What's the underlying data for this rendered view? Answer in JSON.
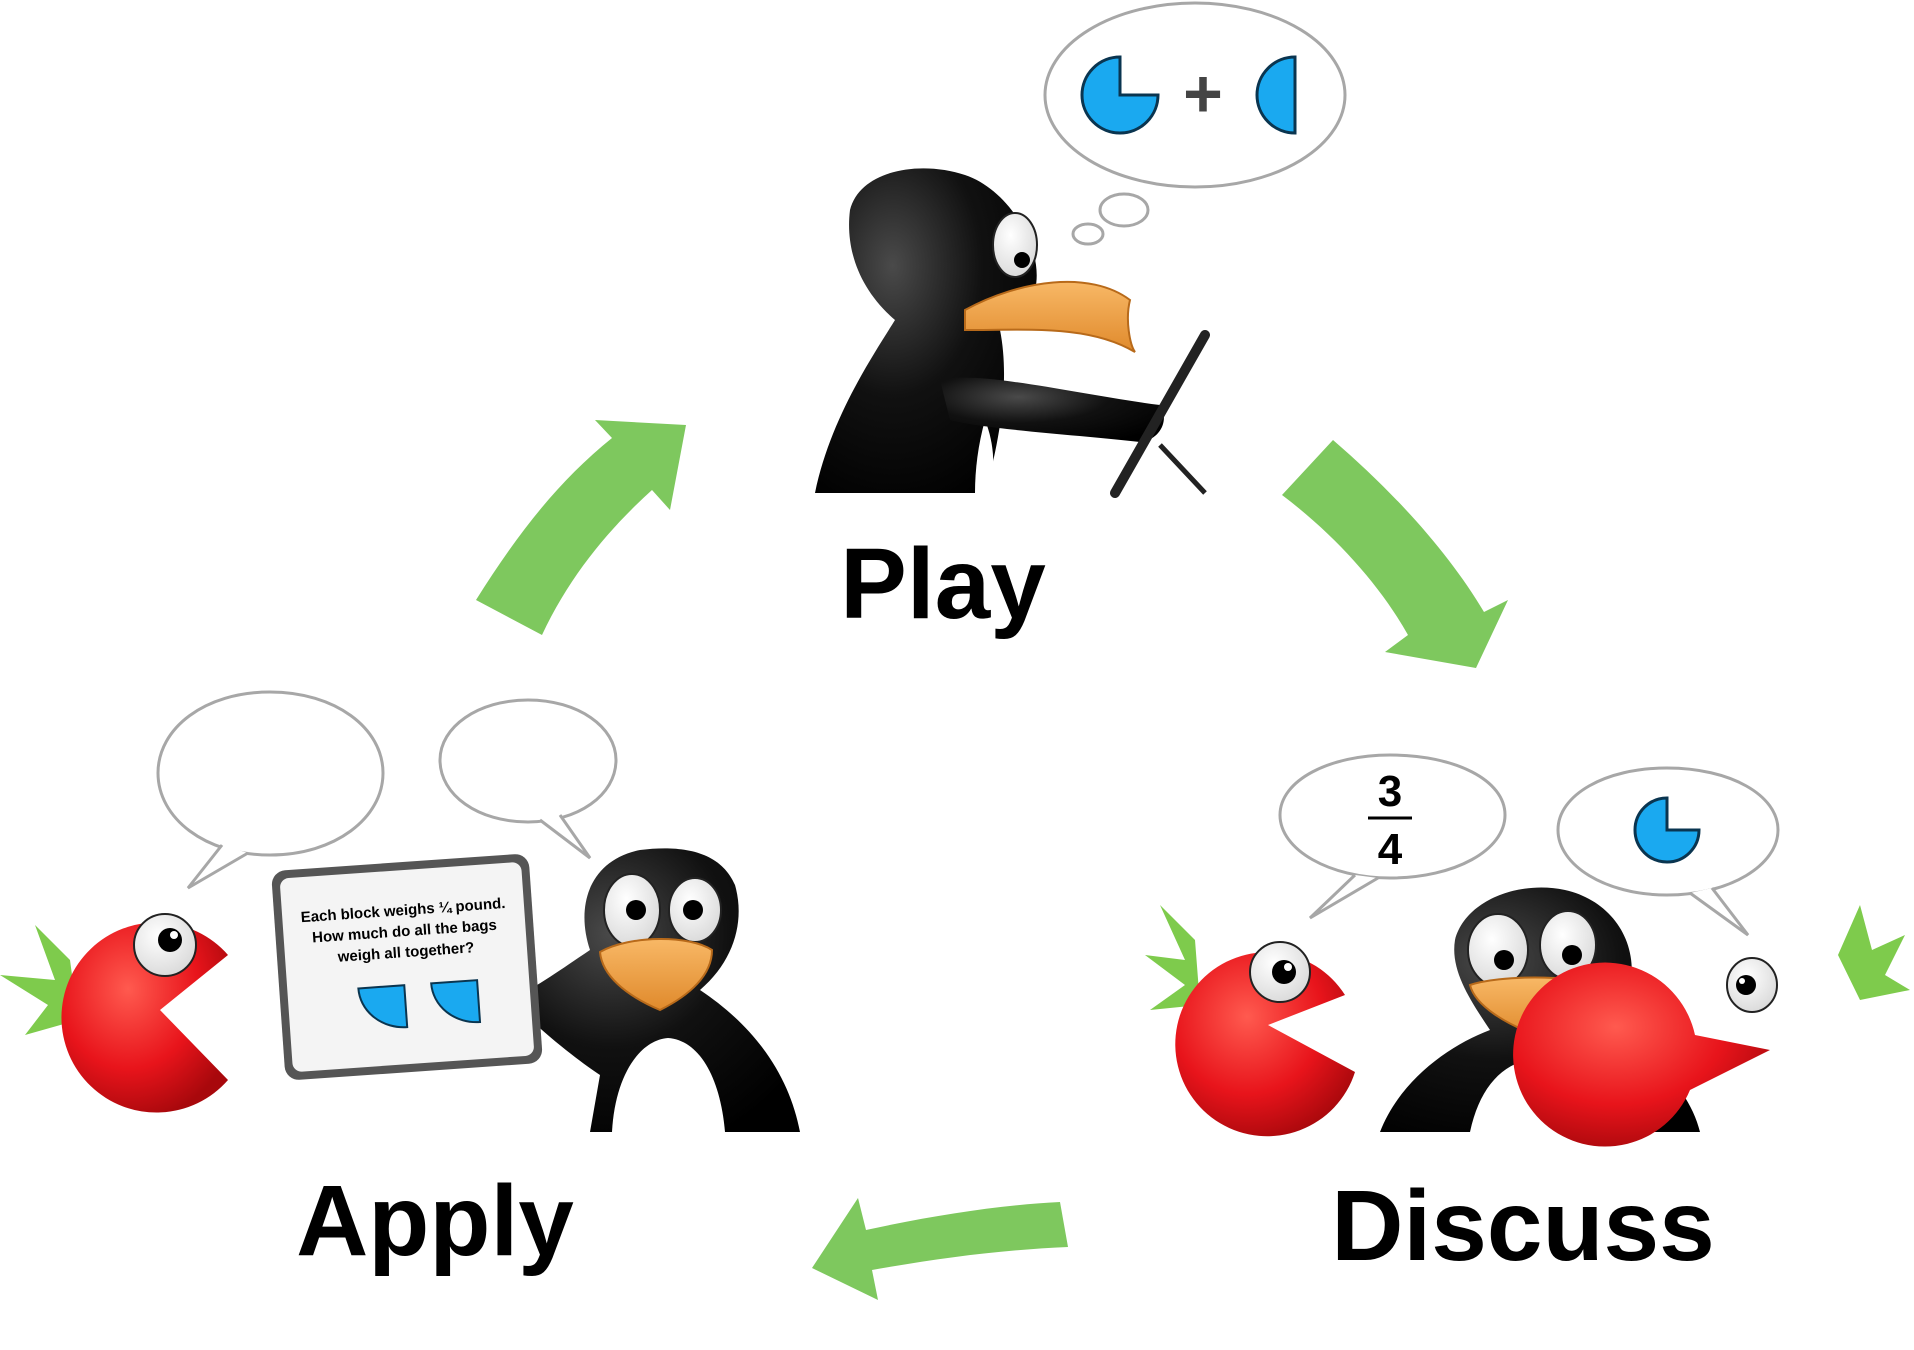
{
  "stages": {
    "play": "Play",
    "discuss": "Discuss",
    "apply": "Apply"
  },
  "apply_card": {
    "line1": "Each block weighs ¼ pound.",
    "line2": "How much do all the bags",
    "line3": "weigh all together?"
  },
  "discuss_bubble": {
    "numerator": "3",
    "denominator": "4"
  },
  "play_bubble": {
    "operator": "+"
  },
  "colors": {
    "arrow": "#7ec85e",
    "fraction_shape": "#1aa9f0",
    "penguin": "#000000",
    "beak": "#f2a24a",
    "tomato": "#e8141b",
    "leaf": "#7ecb4c",
    "bubble_stroke": "#a7a7a7"
  },
  "icons": [
    "penguin-icon",
    "tomato-creature-icon",
    "tablet-icon",
    "thought-bubble-icon",
    "speech-bubble-icon",
    "cycle-arrow-icon"
  ]
}
